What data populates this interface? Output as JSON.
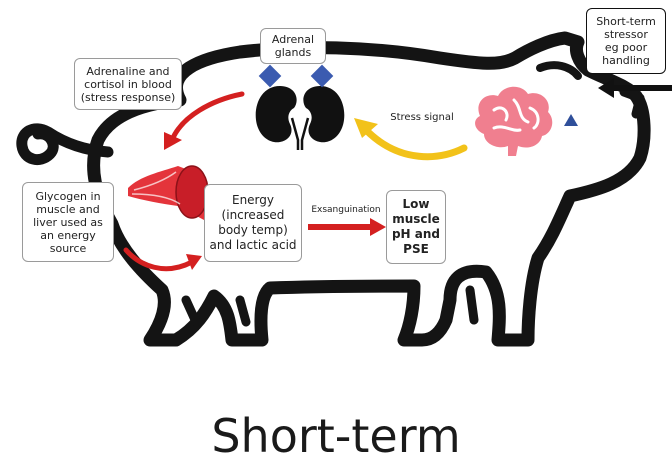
{
  "labels": {
    "adrenal_glands": "Adrenal\nglands",
    "short_term_stressor": "Short-term\nstressor\neg poor\nhandling",
    "adrenaline_cortisol": "Adrenaline and\ncortisol in blood\n(stress response)",
    "stress_signal": "Stress signal",
    "glycogen": "Glycogen in\nmuscle and\nliver used as\nan energy\nsource",
    "energy": "Energy\n(increased\nbody temp)\nand lactic acid",
    "exsanguination": "Exsanguination",
    "outcome": "Low\nmuscle\npH and\nPSE"
  },
  "caption": "Short-term",
  "colors": {
    "outline": "#141414",
    "red_arrow": "#d42020",
    "yellow_arrow": "#f2c21a",
    "kidney": "#111111",
    "adrenal": "#3b5bb0",
    "brain": "#f07f8f",
    "muscle": "#e4343b",
    "eye": "#2f4f9a"
  }
}
